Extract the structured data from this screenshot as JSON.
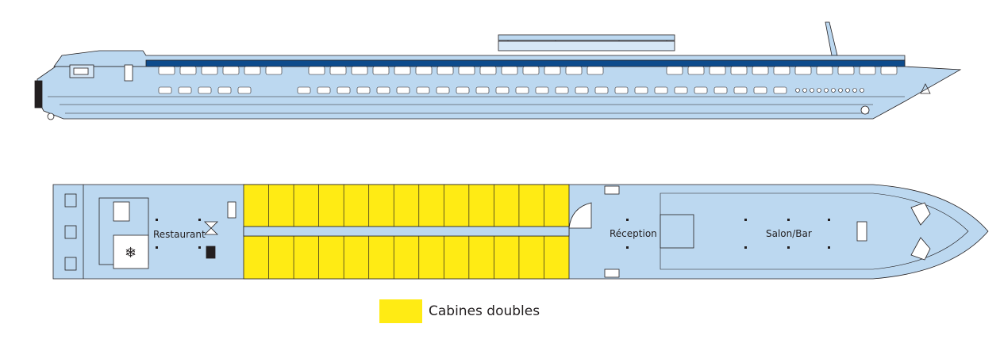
{
  "colors": {
    "hull": "#bcd8f0",
    "outline": "#231f20",
    "band": "#0d4b8c",
    "cabins": "#ffeb14"
  },
  "plan": {
    "rooms": {
      "restaurant": "Restaurant",
      "reception": "Réception",
      "salon_bar": "Salon/Bar"
    },
    "cabin_rows": [
      13,
      13
    ]
  },
  "legend": {
    "label": "Cabines doubles",
    "icon": "yellow-swatch"
  }
}
